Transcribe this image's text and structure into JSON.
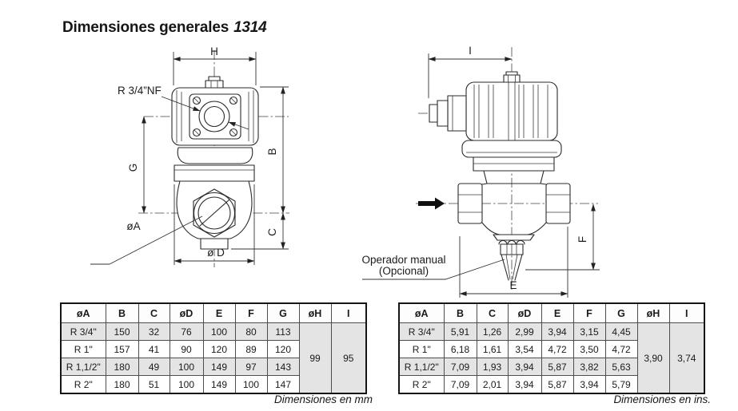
{
  "title": {
    "text": "Dimensiones generales",
    "model": "1314"
  },
  "front_view": {
    "labels": {
      "h": "H",
      "b": "B",
      "g": "G",
      "c": "C",
      "d": "ø D",
      "port": "R 3/4”NF",
      "oa": "øA"
    }
  },
  "side_view": {
    "labels": {
      "i": "I",
      "f": "F",
      "e": "E",
      "operator1": "Operador manual",
      "operator2": "(Opcional)"
    }
  },
  "tables": {
    "mm": {
      "headers": [
        "øA",
        "B",
        "C",
        "øD",
        "E",
        "F",
        "G",
        "øH",
        "I"
      ],
      "rows": [
        {
          "size": "R 3/4\"",
          "b": "150",
          "c": "32",
          "d": "76",
          "e": "100",
          "f": "80",
          "g": "113"
        },
        {
          "size": "R 1\"",
          "b": "157",
          "c": "41",
          "d": "90",
          "e": "120",
          "f": "89",
          "g": "120"
        },
        {
          "size": "R 1,1/2\"",
          "b": "180",
          "c": "49",
          "d": "100",
          "e": "149",
          "f": "97",
          "g": "143"
        },
        {
          "size": "R 2\"",
          "b": "180",
          "c": "51",
          "d": "100",
          "e": "149",
          "f": "100",
          "g": "147"
        }
      ],
      "h_value": "99",
      "i_value": "95",
      "caption": "Dimensiones en mm"
    },
    "ins": {
      "headers": [
        "øA",
        "B",
        "C",
        "øD",
        "E",
        "F",
        "G",
        "øH",
        "I"
      ],
      "rows": [
        {
          "size": "R 3/4\"",
          "b": "5,91",
          "c": "1,26",
          "d": "2,99",
          "e": "3,94",
          "f": "3,15",
          "g": "4,45"
        },
        {
          "size": "R 1\"",
          "b": "6,18",
          "c": "1,61",
          "d": "3,54",
          "e": "4,72",
          "f": "3,50",
          "g": "4,72"
        },
        {
          "size": "R 1,1/2\"",
          "b": "7,09",
          "c": "1,93",
          "d": "3,94",
          "e": "5,87",
          "f": "3,82",
          "g": "5,63"
        },
        {
          "size": "R 2\"",
          "b": "7,09",
          "c": "2,01",
          "d": "3,94",
          "e": "5,87",
          "f": "3,94",
          "g": "5,79"
        }
      ],
      "h_value": "3,90",
      "i_value": "3,74",
      "caption": "Dimensiones en ins."
    }
  },
  "colors": {
    "row_shade": "#e4e4e4",
    "merged_h_cell": "#f3f3f3",
    "merged_i_cell": "#e0e0e0",
    "line": "#2a2a2a"
  }
}
